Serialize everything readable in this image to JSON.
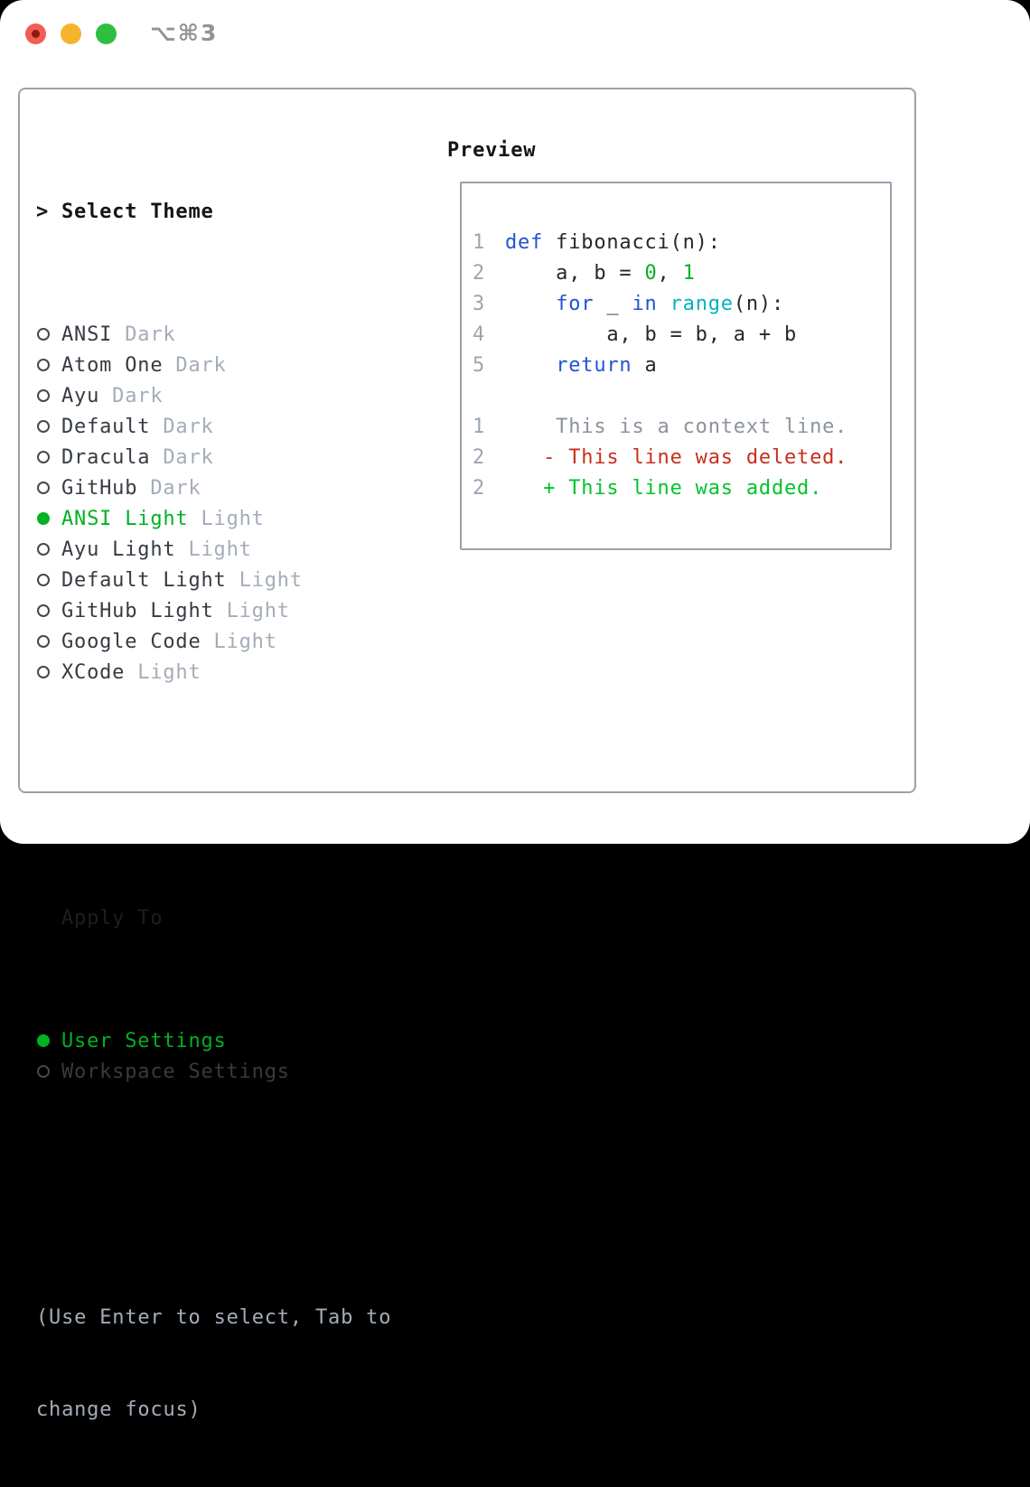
{
  "window": {
    "title": "⌥⌘3",
    "traffic_light_colors": {
      "close": "#f25c54",
      "minimize": "#f6b42c",
      "zoom": "#2fbe41"
    }
  },
  "theme_panel": {
    "header": {
      "prefix": ">",
      "label": "Select Theme"
    },
    "themes": [
      {
        "name": "ANSI",
        "variant": "Dark",
        "selected": false
      },
      {
        "name": "Atom One",
        "variant": "Dark",
        "selected": false
      },
      {
        "name": "Ayu",
        "variant": "Dark",
        "selected": false
      },
      {
        "name": "Default",
        "variant": "Dark",
        "selected": false
      },
      {
        "name": "Dracula",
        "variant": "Dark",
        "selected": false
      },
      {
        "name": "GitHub",
        "variant": "Dark",
        "selected": false
      },
      {
        "name": "ANSI Light",
        "variant": "Light",
        "selected": true
      },
      {
        "name": "Ayu Light",
        "variant": "Light",
        "selected": false
      },
      {
        "name": "Default Light",
        "variant": "Light",
        "selected": false
      },
      {
        "name": "GitHub Light",
        "variant": "Light",
        "selected": false
      },
      {
        "name": "Google Code",
        "variant": "Light",
        "selected": false
      },
      {
        "name": "XCode",
        "variant": "Light",
        "selected": false
      }
    ],
    "apply_to": {
      "label": "Apply To",
      "options": [
        {
          "name": "User Settings",
          "selected": true
        },
        {
          "name": "Workspace Settings",
          "selected": false
        }
      ]
    },
    "hint_lines": [
      "(Use Enter to select, Tab to",
      "change focus)"
    ]
  },
  "preview": {
    "label": "Preview",
    "code_lines": [
      {
        "num": "1",
        "tokens": [
          [
            "kw",
            "def"
          ],
          [
            "pl",
            " fibonacci(n):"
          ]
        ]
      },
      {
        "num": "2",
        "tokens": [
          [
            "pl",
            "    a, b = "
          ],
          [
            "num",
            "0"
          ],
          [
            "pl",
            ", "
          ],
          [
            "num",
            "1"
          ]
        ]
      },
      {
        "num": "3",
        "tokens": [
          [
            "pl",
            "    "
          ],
          [
            "kw",
            "for"
          ],
          [
            "pl",
            " _ "
          ],
          [
            "kw",
            "in"
          ],
          [
            "pl",
            " "
          ],
          [
            "fn",
            "range"
          ],
          [
            "pl",
            "(n):"
          ]
        ]
      },
      {
        "num": "4",
        "tokens": [
          [
            "pl",
            "        a, b = b, a + b"
          ]
        ]
      },
      {
        "num": "5",
        "tokens": [
          [
            "pl",
            "    "
          ],
          [
            "kw",
            "return"
          ],
          [
            "pl",
            " a"
          ]
        ]
      },
      {
        "num": "",
        "tokens": []
      },
      {
        "num": "1",
        "tokens": [
          [
            "ctx",
            "    This is a context line."
          ]
        ]
      },
      {
        "num": "2",
        "tokens": [
          [
            "del",
            "   - This line was deleted."
          ]
        ]
      },
      {
        "num": "2",
        "tokens": [
          [
            "add",
            "   + This line was added."
          ]
        ]
      }
    ]
  },
  "colors": {
    "selection_green": "#00b221",
    "keyword_blue": "#1e55d3",
    "function_cyan": "#00b2bf",
    "number_green": "#00b221",
    "deleted_red": "#c82f1b",
    "added_green": "#00c32c",
    "muted_gray": "#a4acb8",
    "border_gray": "#99a1ab"
  }
}
